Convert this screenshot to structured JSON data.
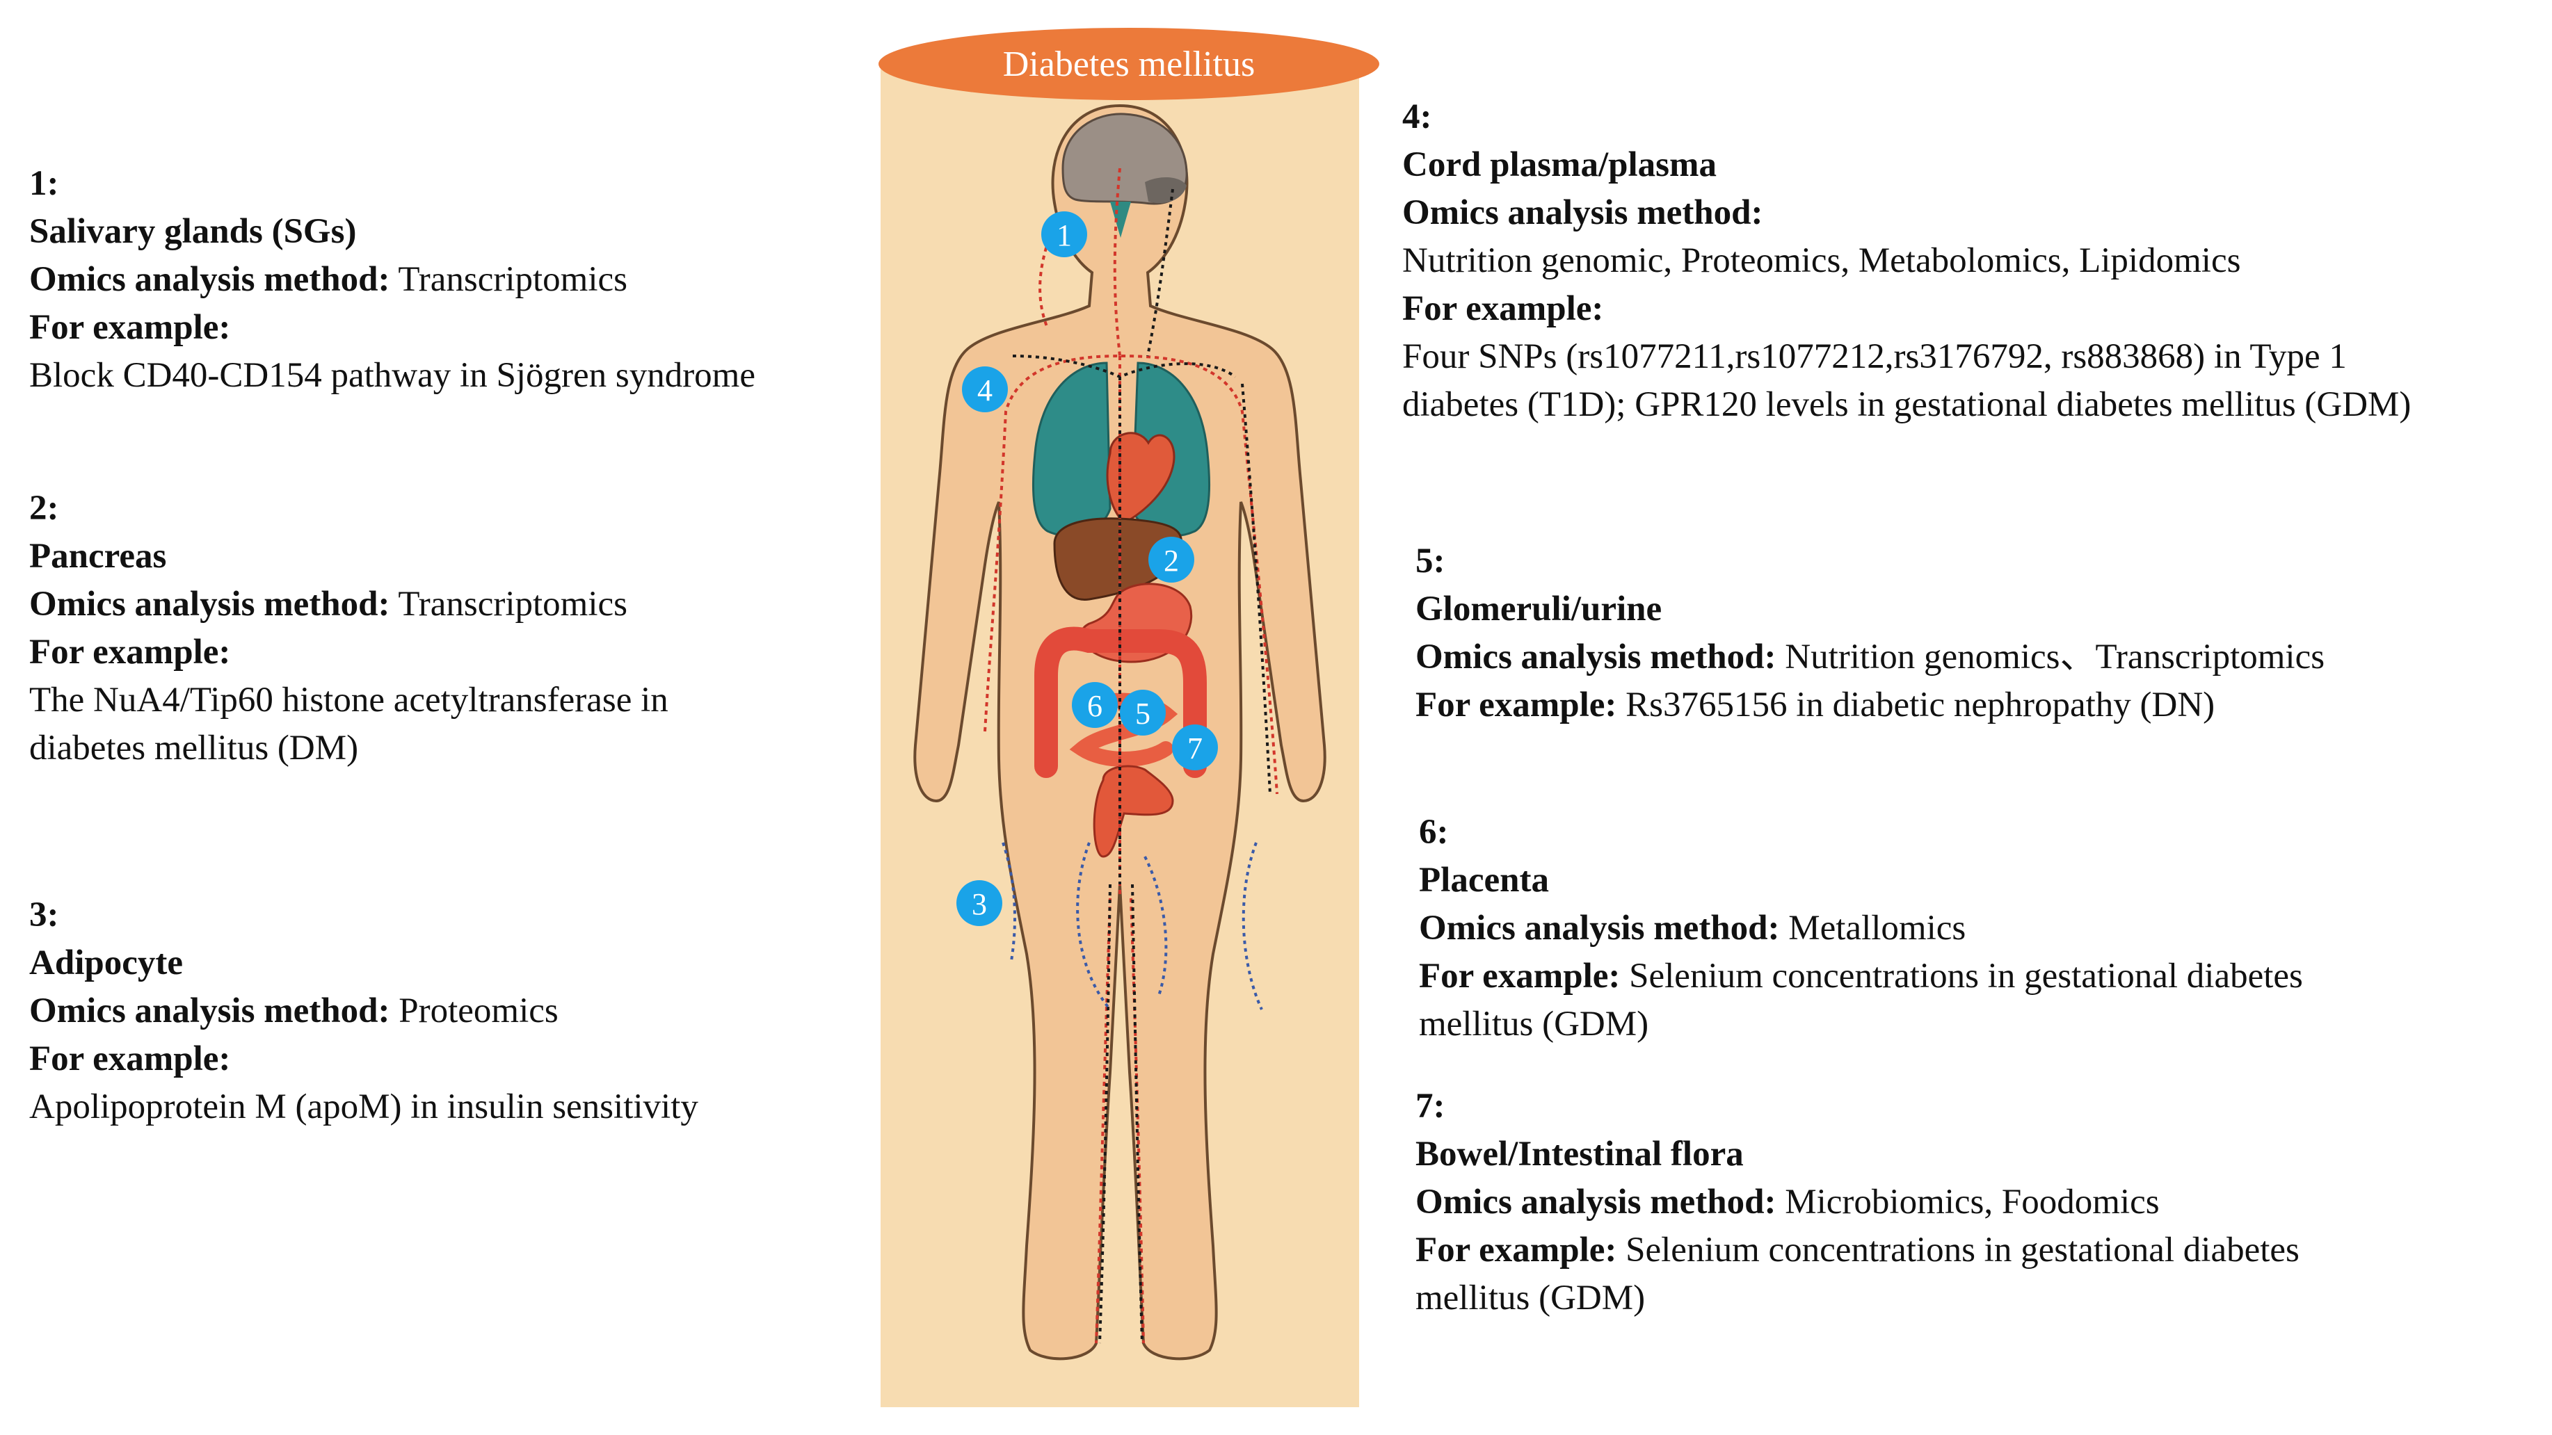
{
  "title": "Diabetes mellitus",
  "markers": [
    "1",
    "2",
    "3",
    "4",
    "5",
    "6",
    "7"
  ],
  "sections": [
    {
      "num": "1:",
      "organ": "Salivary glands (SGs)",
      "method_label": "Omics analysis method:",
      "method": "Transcriptomics",
      "example_label": "For example:",
      "example_lines": [
        "Block CD40-CD154 pathway in Sjögren syndrome"
      ]
    },
    {
      "num": "2:",
      "organ": "Pancreas",
      "method_label": "Omics analysis method:",
      "method": "Transcriptomics",
      "example_label": "For example:",
      "example_lines": [
        "The NuA4/Tip60 histone acetyltransferase in",
        "diabetes mellitus (DM)"
      ]
    },
    {
      "num": "3:",
      "organ": "Adipocyte",
      "method_label": "Omics analysis method:",
      "method": "Proteomics",
      "example_label": "For example:",
      "example_lines": [
        "Apolipoprotein M (apoM) in insulin sensitivity"
      ]
    },
    {
      "num": "4:",
      "organ": "Cord plasma/plasma",
      "method_label": "Omics analysis method:",
      "method": "Nutrition genomic, Proteomics, Metabolomics, Lipidomics",
      "example_label": "For example:",
      "example_lines": [
        "Four SNPs (rs1077211,rs1077212,rs3176792, rs883868) in Type 1",
        "diabetes (T1D); GPR120 levels in gestational diabetes mellitus (GDM)"
      ]
    },
    {
      "num": "5:",
      "organ": "Glomeruli/urine",
      "method_label": "Omics analysis method:",
      "method": "Nutrition genomics、Transcriptomics",
      "example_label": "For example:",
      "example_lines": [
        "Rs3765156 in diabetic nephropathy (DN)"
      ]
    },
    {
      "num": "6:",
      "organ": "Placenta",
      "method_label": "Omics analysis method:",
      "method": "Metallomics",
      "example_label": "For example:",
      "example_lines": [
        "Selenium concentrations in gestational diabetes",
        "mellitus (GDM)"
      ]
    },
    {
      "num": "7:",
      "organ": "Bowel/Intestinal flora",
      "method_label": "Omics analysis method:",
      "method": "Microbiomics, Foodomics",
      "example_label": "For example:",
      "example_lines": [
        "Selenium concentrations in gestational diabetes",
        "mellitus (GDM)"
      ]
    }
  ]
}
